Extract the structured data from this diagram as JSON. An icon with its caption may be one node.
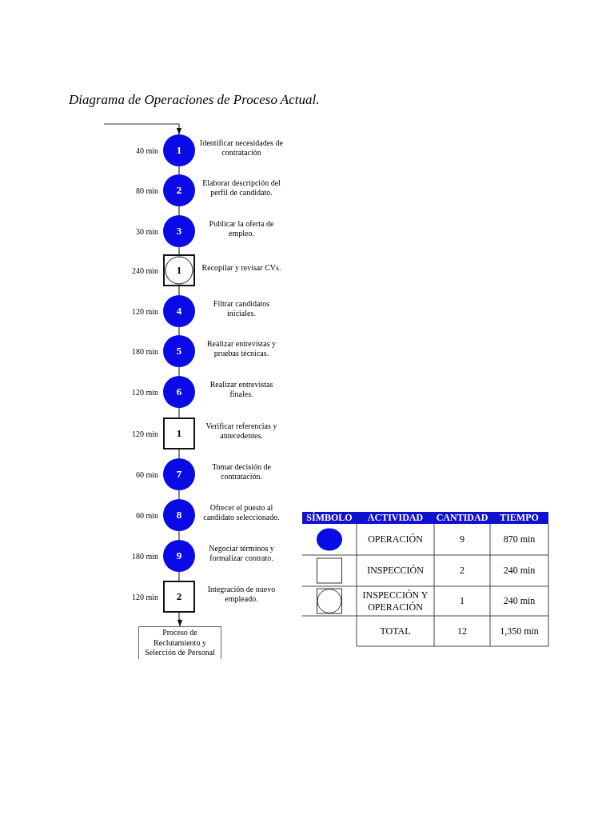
{
  "diagram": {
    "title": "Diagrama de Operaciones de Proceso Actual.",
    "nodes": [
      {
        "text": [
          "1"
        ],
        "beside": [
          "40 min",
          "Identificar necesidades de contratación"
        ]
      },
      {
        "text": [
          "2"
        ],
        "beside": [
          "80 min",
          "Elaborar descripción del perfil de candidato."
        ]
      },
      {
        "text": [
          "3"
        ],
        "beside": [
          "30 min",
          "Publicar la oferta de empleo."
        ]
      },
      {
        "text": [
          "1"
        ],
        "beside": [
          "240 min",
          "Recopilar y revisar CVs."
        ]
      },
      {
        "text": [
          "4"
        ],
        "beside": [
          "120 min",
          "Filtrar candidatos iniciales."
        ]
      },
      {
        "text": [
          "5"
        ],
        "beside": [
          "180 min",
          "Realizar entrevistas y pruebas técnicas."
        ]
      },
      {
        "text": [
          "6"
        ],
        "beside": [
          "120 min",
          "Realizar entrevistas finales."
        ]
      },
      {
        "text": [
          "1"
        ],
        "beside": [
          "120 min",
          "Verificar referencias y antecedentes."
        ]
      },
      {
        "text": [
          "7"
        ],
        "beside": [
          "60 min",
          "Tomar decisión de contratación."
        ]
      },
      {
        "text": [
          "8"
        ],
        "beside": [
          "60 min",
          "Ofrecer el puesto al candidato seleccionado."
        ]
      },
      {
        "text": [
          "9"
        ],
        "beside": [
          "180 min",
          "Negociar términos y formalizar contrato."
        ]
      },
      {
        "text": [
          "2"
        ],
        "beside": [
          "120 min",
          "Integración de nuevo empleado."
        ]
      },
      {
        "text": [
          "Proceso de Reclutamiento y Selección de Personal"
        ]
      }
    ],
    "edges": [
      {
        "from": null,
        "to": 0,
        "arrow": "to"
      },
      {
        "from": 0,
        "to": 1,
        "arrow": "none"
      },
      {
        "from": 1,
        "to": 2,
        "arrow": "none"
      },
      {
        "from": 2,
        "to": 3,
        "arrow": "none"
      },
      {
        "from": 3,
        "to": 4,
        "arrow": "none"
      },
      {
        "from": 4,
        "to": 5,
        "arrow": "none"
      },
      {
        "from": 5,
        "to": 6,
        "arrow": "none"
      },
      {
        "from": 6,
        "to": 7,
        "arrow": "none"
      },
      {
        "from": 7,
        "to": 8,
        "arrow": "none"
      },
      {
        "from": 8,
        "to": 9,
        "arrow": "none"
      },
      {
        "from": 9,
        "to": 10,
        "arrow": "none"
      },
      {
        "from": 10,
        "to": 11,
        "arrow": "none"
      },
      {
        "from": 11,
        "to": 12,
        "arrow": "to"
      }
    ],
    "labels": [
      "SÍMBOLO",
      "ACTIVIDAD",
      "CANTIDAD",
      "TIEMPO",
      "OPERACIÓN",
      "9",
      "870 min",
      "INSPECCIÓN",
      "2",
      "240 min",
      "INSPECCIÓN Y OPERACIÓN",
      "1",
      "240 min",
      "TOTAL",
      "12",
      "1,350 min"
    ]
  }
}
